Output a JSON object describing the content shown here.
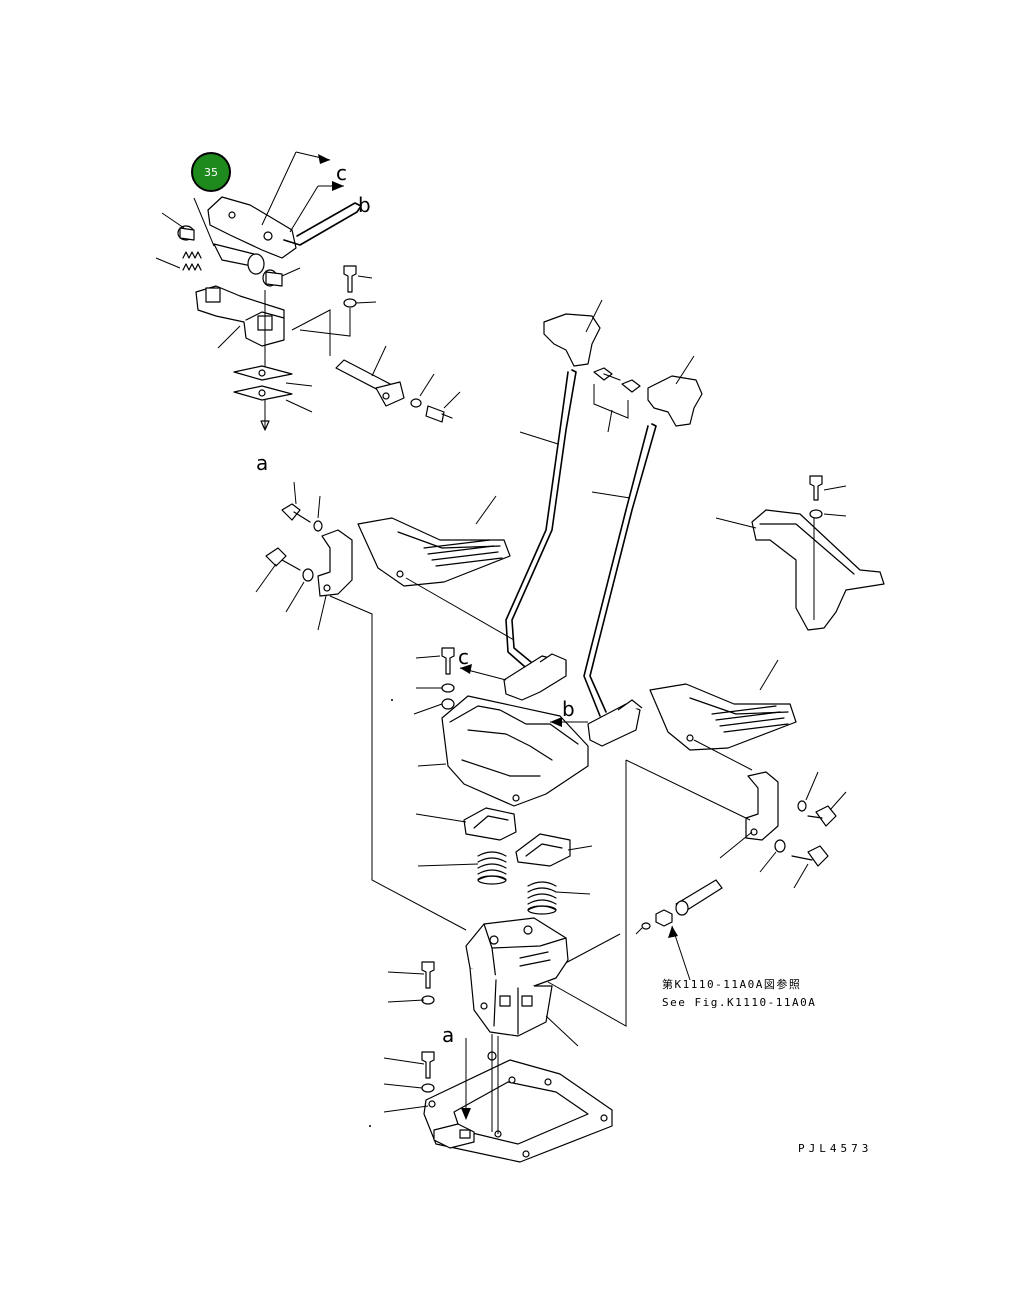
{
  "badge": {
    "number": "35",
    "color": "#1e8a1e"
  },
  "labels": {
    "c_top": "c",
    "b_top": "b",
    "a_top": "a",
    "c_mid": "c",
    "b_mid": "b",
    "a_bottom": "a"
  },
  "reference": {
    "jp": "第K1110-11A0A図参照",
    "en": "See Fig.K1110-11A0A"
  },
  "drawing_code": "PJL4573"
}
